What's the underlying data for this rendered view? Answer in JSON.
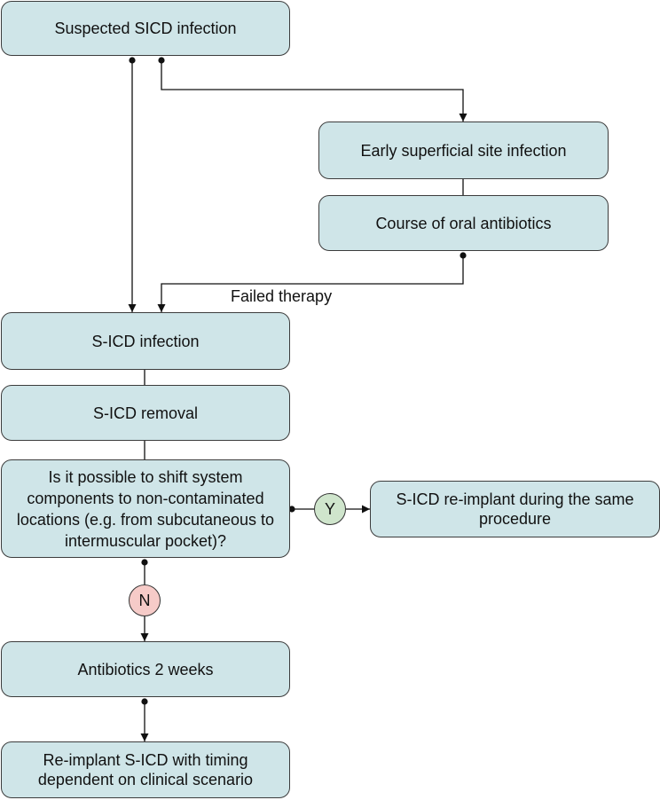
{
  "colors": {
    "node_fill": "#cfe5e8",
    "yes_badge": "#cfe5cc",
    "no_badge": "#f6cbc8",
    "line": "#111111"
  },
  "nodes": {
    "suspected": "Suspected SICD infection",
    "early_superficial": "Early superficial site infection",
    "oral_antibiotics": "Course of oral antibiotics",
    "sicd_infection": "S-ICD infection",
    "sicd_removal": "S-ICD removal",
    "shift_question": "Is it possible to shift system components to non-contaminated locations (e.g. from subcutaneous to intermuscular pocket)?",
    "reimplant_same": "S-ICD re-implant during the same procedure",
    "antibiotics_2w": "Antibiotics 2 weeks",
    "reimplant_timing": "Re-implant S-ICD with timing dependent on clinical scenario"
  },
  "edge_labels": {
    "failed_therapy": "Failed therapy"
  },
  "decisions": {
    "yes": "Y",
    "no": "N"
  }
}
